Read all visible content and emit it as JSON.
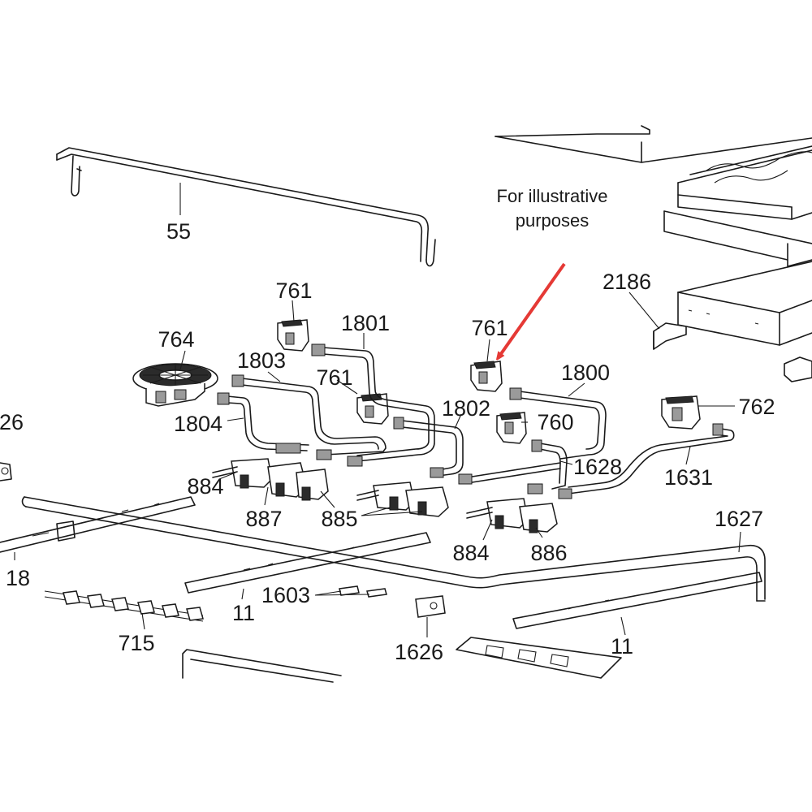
{
  "note": {
    "line1": "For illustrative",
    "line2": "purposes"
  },
  "colors": {
    "arrow": "#e53935",
    "line": "#1a1a1a"
  },
  "labels": {
    "p55": "55",
    "p761a": "761",
    "p761b": "761",
    "p761c": "761",
    "p764": "764",
    "p1801": "1801",
    "p1803": "1803",
    "p1804": "1804",
    "p1802": "1802",
    "p1800": "1800",
    "p760": "760",
    "p762": "762",
    "p2186": "2186",
    "p1628": "1628",
    "p1631": "1631",
    "p1627": "1627",
    "p884a": "884",
    "p887": "887",
    "p885": "885",
    "p884b": "884",
    "p886": "886",
    "p26": "26",
    "p18": "18",
    "p11a": "11",
    "p11b": "11",
    "p1603": "1603",
    "p715": "715",
    "p1626": "1626"
  }
}
